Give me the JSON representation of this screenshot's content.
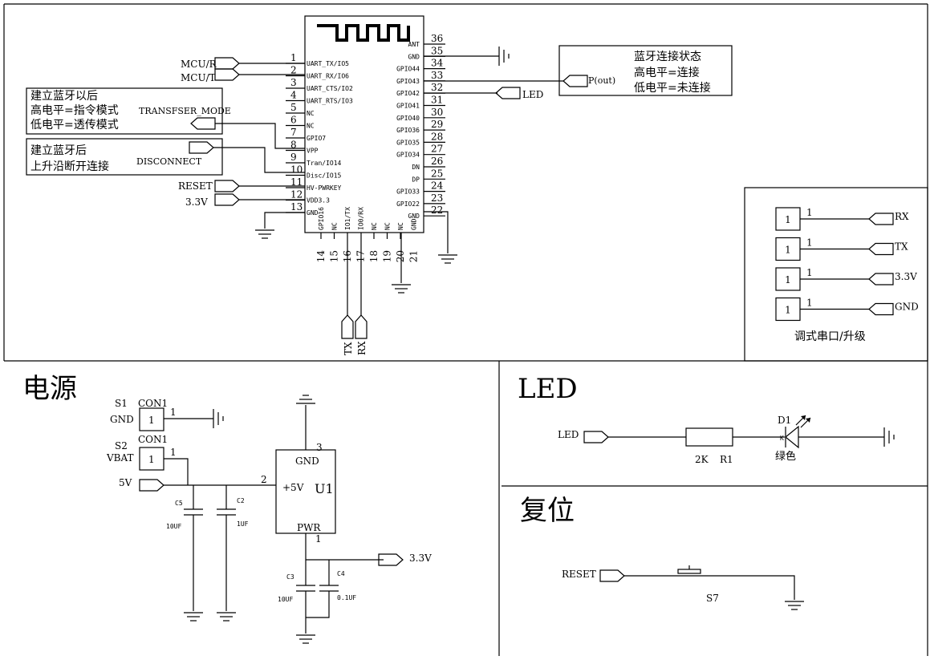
{
  "module": {
    "left_pins": [
      {
        "num": "1",
        "name": "UART_TX/IO5"
      },
      {
        "num": "2",
        "name": "UART_RX/IO6"
      },
      {
        "num": "3",
        "name": "UART_CTS/IO2"
      },
      {
        "num": "4",
        "name": "UART_RTS/IO3"
      },
      {
        "num": "5",
        "name": "NC"
      },
      {
        "num": "6",
        "name": "NC"
      },
      {
        "num": "7",
        "name": "GPIO7"
      },
      {
        "num": "8",
        "name": "VPP"
      },
      {
        "num": "9",
        "name": "Tran/IO14"
      },
      {
        "num": "10",
        "name": "Disc/IO15"
      },
      {
        "num": "11",
        "name": "HV-PWRKEY"
      },
      {
        "num": "12",
        "name": "VDD3.3"
      },
      {
        "num": "13",
        "name": "GND"
      }
    ],
    "right_pins": [
      {
        "num": "36",
        "name": "ANT"
      },
      {
        "num": "35",
        "name": "GND"
      },
      {
        "num": "34",
        "name": "GPIO44"
      },
      {
        "num": "33",
        "name": "GPIO43"
      },
      {
        "num": "32",
        "name": "GPIO42"
      },
      {
        "num": "31",
        "name": "GPIO41"
      },
      {
        "num": "30",
        "name": "GPIO40"
      },
      {
        "num": "29",
        "name": "GPIO36"
      },
      {
        "num": "28",
        "name": "GPIO35"
      },
      {
        "num": "27",
        "name": "GPIO34"
      },
      {
        "num": "26",
        "name": "DN"
      },
      {
        "num": "25",
        "name": "DP"
      },
      {
        "num": "24",
        "name": "GPIO33"
      },
      {
        "num": "23",
        "name": "GPIO22"
      },
      {
        "num": "22",
        "name": "GND"
      }
    ],
    "bottom_pins": [
      {
        "num": "14",
        "name": "GPIO16"
      },
      {
        "num": "15",
        "name": "NC"
      },
      {
        "num": "16",
        "name": "IO1/TX"
      },
      {
        "num": "17",
        "name": "IO0/RX"
      },
      {
        "num": "18",
        "name": "NC"
      },
      {
        "num": "19",
        "name": "NC"
      },
      {
        "num": "20",
        "name": "NC"
      },
      {
        "num": "21",
        "name": "GND"
      }
    ]
  },
  "nets": {
    "mcu_r": "MCU/R",
    "mcu_t": "MCU/T",
    "transfser_mode": "TRANSFSER_MODE",
    "disconnect": "DISCONNECT",
    "reset": "RESET",
    "v33": "3.3V",
    "led": "LED",
    "pout": "P(out)",
    "tx": "TX",
    "rx": "RX",
    "gnd": "GND",
    "v5": "5V"
  },
  "notes": {
    "mode_1": "建立蓝牙以后",
    "mode_2": "高电平=指令模式",
    "mode_3": "低电平=透传模式",
    "disc_1": "建立蓝牙后",
    "disc_2": "上升沿断开连接",
    "status_1": "蓝牙连接状态",
    "status_2": "高电平=连接",
    "status_3": "低电平=未连接"
  },
  "debug_port": {
    "pins": [
      {
        "num": "1",
        "net": "RX"
      },
      {
        "num": "1",
        "net": "TX"
      },
      {
        "num": "1",
        "net": "3.3V"
      },
      {
        "num": "1",
        "net": "GND"
      }
    ],
    "caption": "调式串口/升级"
  },
  "power": {
    "title": "电源",
    "s1": "S1",
    "s1_con": "CON1",
    "s1_net": "GND",
    "s2": "S2",
    "s2_con": "CON1",
    "s2_net": "VBAT",
    "pin1": "1",
    "c5": "C5",
    "c5_val": "10UF",
    "c2": "C2",
    "c2_val": "1UF",
    "c3": "C3",
    "c3_val": "10UF",
    "c4": "C4",
    "c4_val": "0.1UF",
    "u1": "U1",
    "u1_gnd": "GND",
    "u1_in": "+5V",
    "u1_pwr": "PWR",
    "u1_p2": "2",
    "u1_p3": "3",
    "u1_p1": "1"
  },
  "led_section": {
    "title": "LED",
    "r1": "R1",
    "r1_val": "2K",
    "d1": "D1",
    "k": "K",
    "color": "绿色"
  },
  "reset_section": {
    "title": "复位",
    "s7": "S7"
  }
}
